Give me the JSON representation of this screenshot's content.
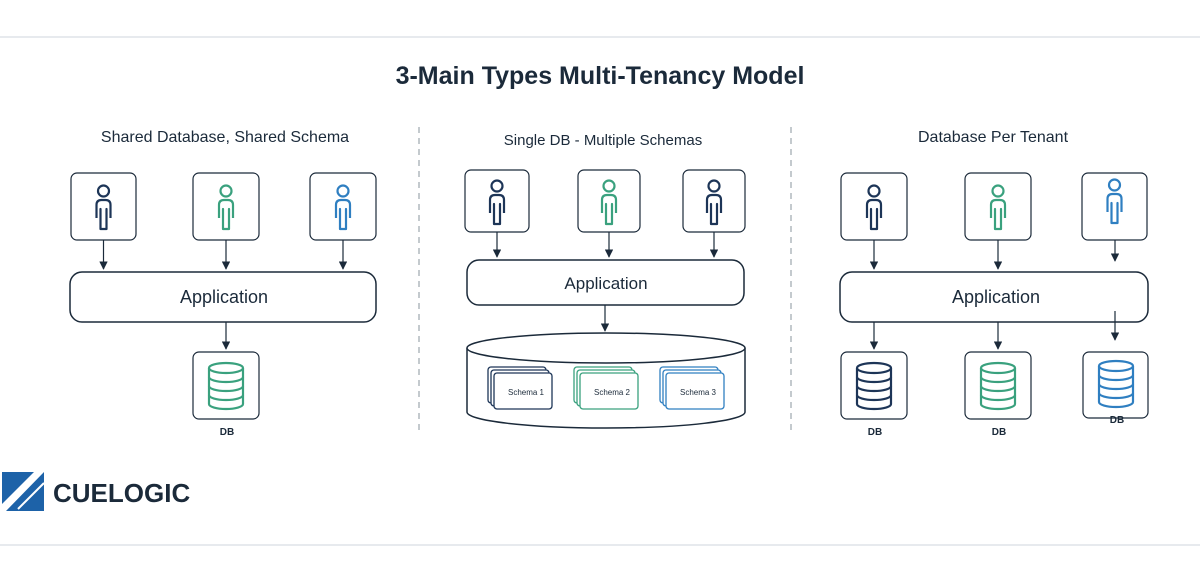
{
  "title": "3-Main Types Multi-Tenancy Model",
  "colors": {
    "navy": "#1d3557",
    "green": "#3aa17e",
    "blue": "#2f7fc1",
    "line": "#cfd6dd",
    "dash": "#8a949e"
  },
  "models": [
    {
      "heading": "Shared Database, Shared Schema",
      "tenants": [
        {
          "icon": "person-icon",
          "color": "#1d3557"
        },
        {
          "icon": "person-icon",
          "color": "#3aa17e"
        },
        {
          "icon": "person-icon",
          "color": "#2f7fc1"
        }
      ],
      "application_label": "Application",
      "databases": [
        {
          "icon": "database-icon",
          "color": "#3aa17e",
          "label": "DB"
        }
      ]
    },
    {
      "heading": "Single DB - Multiple Schemas",
      "tenants": [
        {
          "icon": "person-icon",
          "color": "#1d3557"
        },
        {
          "icon": "person-icon",
          "color": "#3aa17e"
        },
        {
          "icon": "person-icon",
          "color": "#1d3557"
        }
      ],
      "application_label": "Application",
      "schemas": [
        {
          "label": "Schema 1",
          "color": "#1d3557"
        },
        {
          "label": "Schema 2",
          "color": "#3aa17e"
        },
        {
          "label": "Schema 3",
          "color": "#2f7fc1"
        }
      ]
    },
    {
      "heading": "Database Per Tenant",
      "tenants": [
        {
          "icon": "person-icon",
          "color": "#1d3557"
        },
        {
          "icon": "person-icon",
          "color": "#3aa17e"
        },
        {
          "icon": "person-icon",
          "color": "#2f7fc1"
        }
      ],
      "application_label": "Application",
      "databases": [
        {
          "icon": "database-icon",
          "color": "#1d3557",
          "label": "DB"
        },
        {
          "icon": "database-icon",
          "color": "#3aa17e",
          "label": "DB"
        },
        {
          "icon": "database-icon",
          "color": "#2f7fc1",
          "label": "DB"
        }
      ]
    }
  ],
  "logo": {
    "text": "CUELOGIC",
    "icon": "cuelogic-logo-icon"
  }
}
